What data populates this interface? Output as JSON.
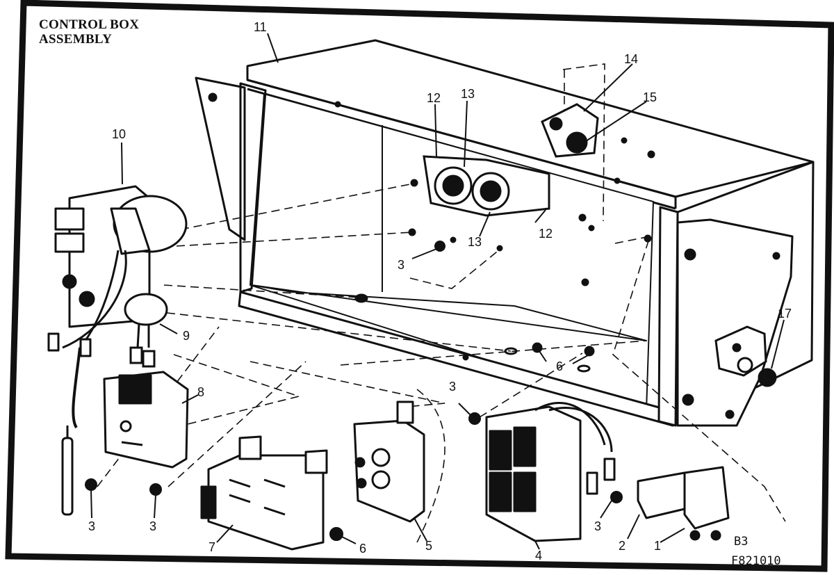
{
  "diagram": {
    "title_line1": "CONTROL BOX",
    "title_line2": "ASSEMBLY",
    "figure_code": "B3",
    "figure_number": "F821010",
    "callouts": {
      "c1": "1",
      "c2": "2",
      "c3a": "3",
      "c3b": "3",
      "c3c": "3",
      "c3d": "3",
      "c3e": "3",
      "c4": "4",
      "c5": "5",
      "c6a": "6",
      "c6b": "6",
      "c7": "7",
      "c8": "8",
      "c9": "9",
      "c10": "10",
      "c11": "11",
      "c12a": "12",
      "c12b": "12",
      "c13a": "13",
      "c13b": "13",
      "c14": "14",
      "c15": "15",
      "c17": "17"
    }
  }
}
